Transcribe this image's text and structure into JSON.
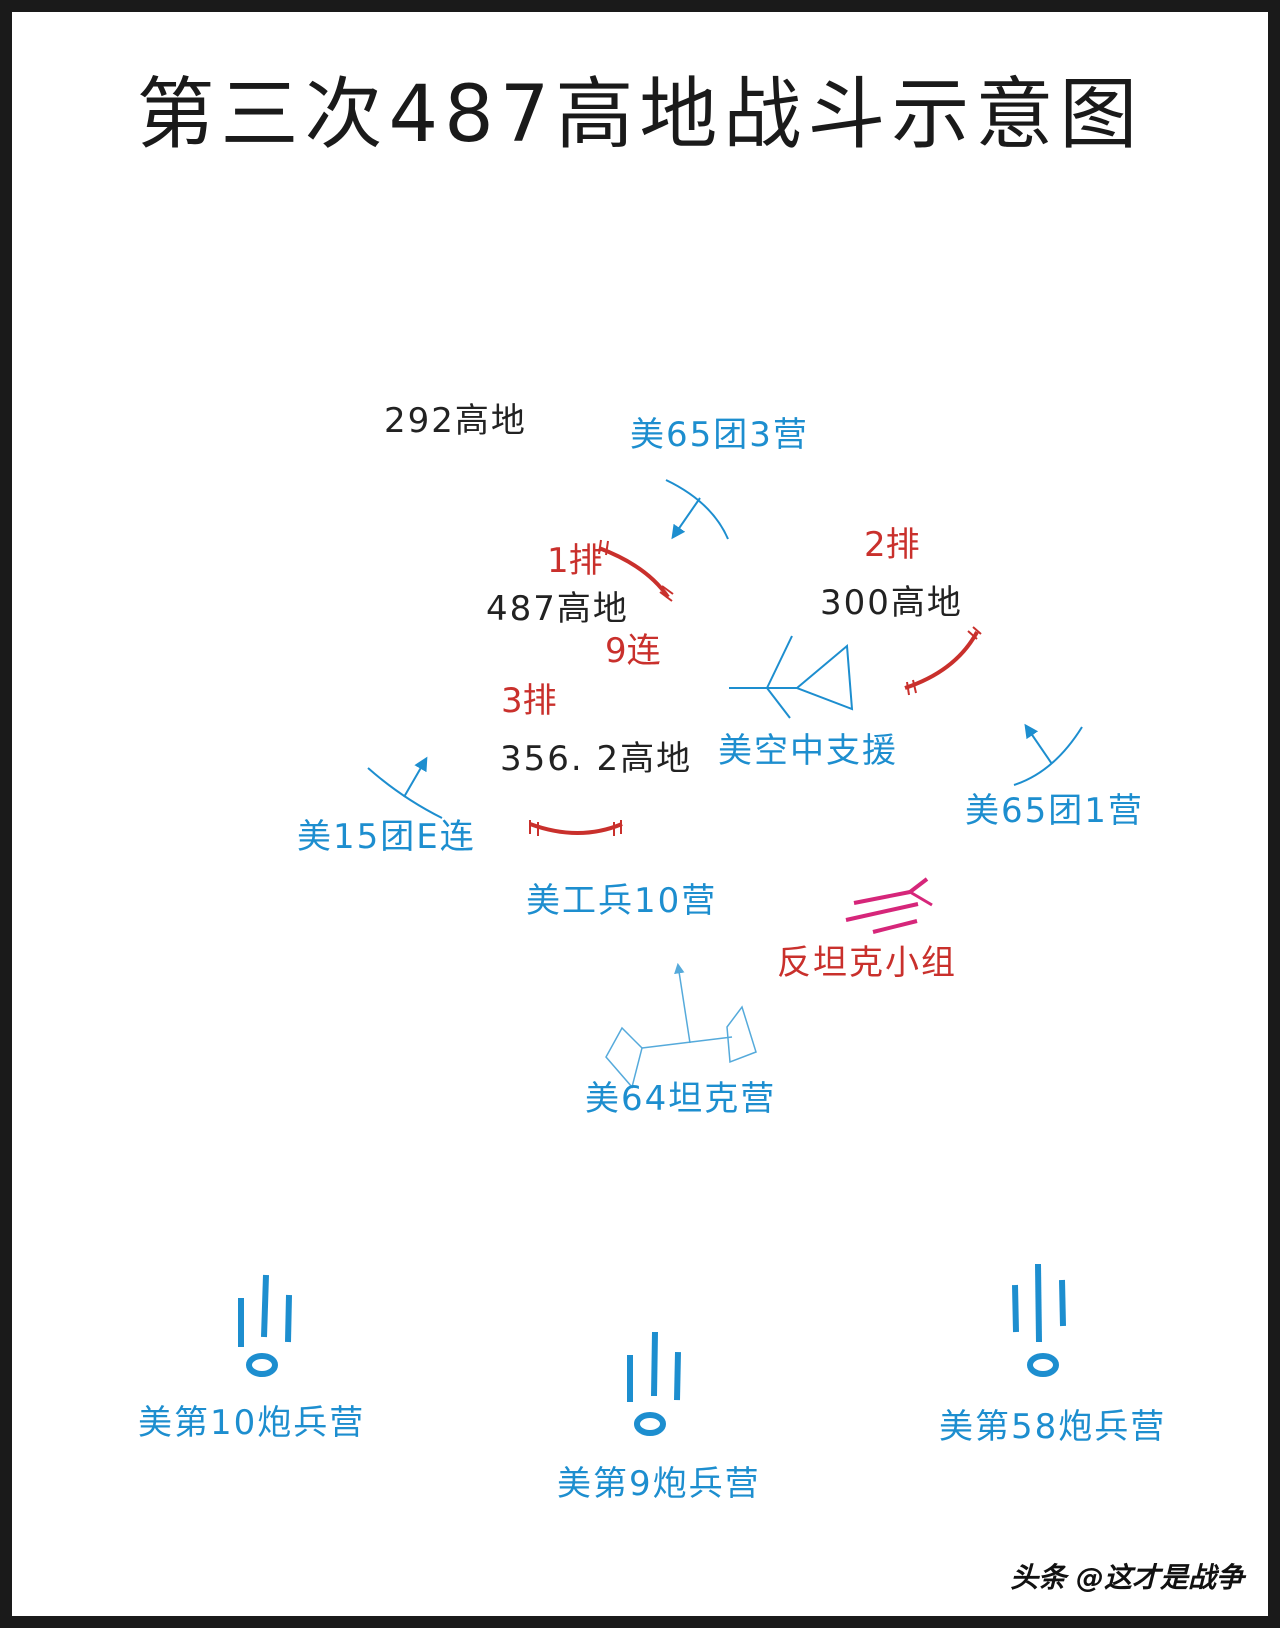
{
  "title": "第三次487高地战斗示意图",
  "colors": {
    "us_units": "#1d8ecf",
    "cpv_units": "#c9302c",
    "anti_tank": "#d6267a",
    "terrain_labels": "#222222"
  },
  "terrain": {
    "hill_292": "292高地",
    "hill_487": "487高地",
    "hill_300": "300高地",
    "hill_356": "356. 2高地"
  },
  "friendly": {
    "platoon_1": "1排",
    "platoon_2": "2排",
    "platoon_3": "3排",
    "company_9": "9连",
    "anti_tank_team": "反坦克小组"
  },
  "enemy": {
    "reg65_bn3": "美65团3营",
    "reg65_bn1": "美65团1营",
    "reg15_coE": "美15团E连",
    "air_support": "美空中支援",
    "engineer_bn10": "美工兵10营",
    "tank_bn64": "美64坦克营",
    "arty_bn10": "美第10炮兵营",
    "arty_bn9": "美第9炮兵营",
    "arty_bn58": "美第58炮兵营"
  },
  "watermark": "头条 @这才是战争",
  "icons": {
    "infantry_unit": "arc-arrow-icon",
    "defense_line": "red-arc-icon",
    "aircraft": "aircraft-icon",
    "tank": "tank-icon",
    "artillery": "artillery-icon",
    "anti_tank": "anti-tank-icon"
  }
}
